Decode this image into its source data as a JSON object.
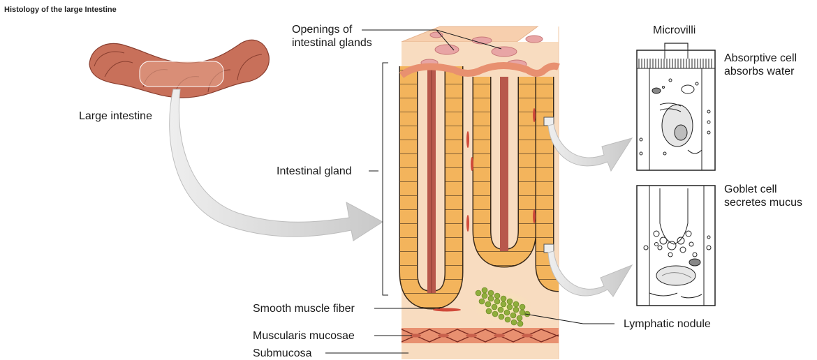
{
  "title": "Histology of the large Intestine",
  "labels": {
    "large_intestine": "Large intestine",
    "openings_line1": "Openings of",
    "openings_line2": "intestinal glands",
    "intestinal_gland": "Intestinal gland",
    "microvilli": "Microvilli",
    "absorptive_line1": "Absorptive cell",
    "absorptive_line2": "absorbs water",
    "goblet_line1": "Goblet cell",
    "goblet_line2": "secretes mucus",
    "smooth_muscle": "Smooth muscle fiber",
    "muscularis": "Muscularis mucosae",
    "submucosa": "Submucosa",
    "lymphatic": "Lymphatic nodule"
  },
  "colors": {
    "colon": "#c8705a",
    "tissue": "#f8dcc0",
    "gland_cell": "#f3b45c",
    "gland_wall": "#e89070",
    "lumen": "#b8584c",
    "nodule": "#8fae3c",
    "muscle": "#c8604c",
    "arrow": "#cfcfcf"
  },
  "icons": [
    "colon-icon",
    "arrow-icon",
    "cell-icon"
  ]
}
